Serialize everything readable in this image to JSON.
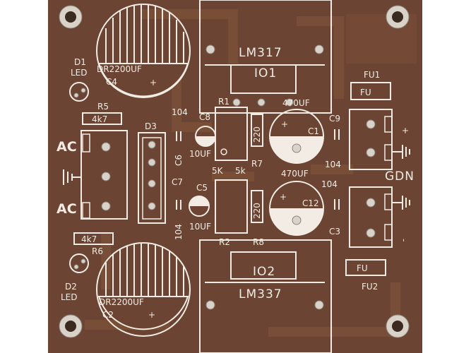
{
  "colors": {
    "board": "#6b4433",
    "silkscreen": "#f2ece4",
    "copper_trace": "#7a5038",
    "pad": "#d8d2c8",
    "background": "#ffffff"
  },
  "labels": {
    "io1_part": "LM317",
    "io1_ref": "IO1",
    "io2_part": "LM337",
    "io2_ref": "IO2",
    "d1": "D1",
    "d1_led": "LED",
    "c4_value": "DR2200UF",
    "c4_ref": "C4",
    "c4_plus": "+",
    "r5": "R5",
    "r5_value": "4k7",
    "d3": "D3",
    "c8_value": "104",
    "c8_ref": "C8",
    "c6_ref": "C6",
    "c6_value": "10UF",
    "r1": "R1",
    "r1_value": "220",
    "c1_value": "470UF",
    "c1_ref": "C1",
    "c1_plus": "+",
    "c9": "C9",
    "c9_value": "104",
    "fu1": "FU1",
    "fu1_box": "FU",
    "r7": "R7",
    "pot_5k_a": "5K",
    "pot_5k_b": "5k",
    "c12_value": "470UF",
    "c12_ref": "C12",
    "c12_plus": "+",
    "c3_value": "104",
    "c3_ref": "C3",
    "gdn": "GDN",
    "ac_top": "AC",
    "ac_bottom": "AC",
    "c7": "C7",
    "c7_value": "104",
    "c5": "C5",
    "c5_value": "10UF",
    "r2": "R2",
    "r2_value": "220",
    "r8": "R8",
    "r6_value": "4k7",
    "r6": "R6",
    "d2": "D2",
    "d2_led": "LED",
    "c2_value": "DR2200UF",
    "c2_ref": "C2",
    "c2_plus": "+",
    "fu2": "FU2",
    "fu2_box": "FU",
    "out_plus": "+",
    "out_minus": "-"
  }
}
